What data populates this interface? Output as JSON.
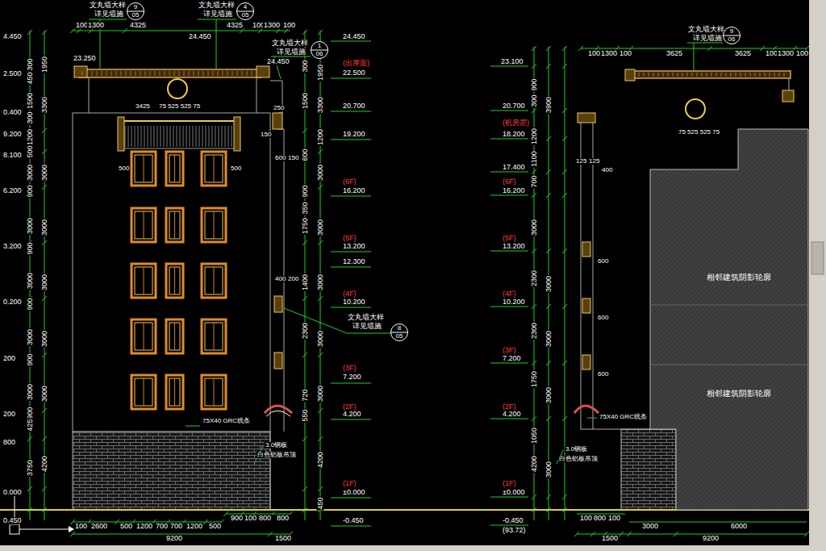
{
  "diagram": {
    "nodes": [
      {
        "text": [
          "9",
          "05"
        ]
      },
      {
        "text": [
          "4",
          "05"
        ]
      },
      {
        "text": [
          "1",
          "06"
        ]
      },
      {
        "text": [
          "8",
          "05"
        ]
      },
      {
        "text": [
          "9",
          "06"
        ]
      },
      {
        "text": [
          "相邻建筑阴影轮廓",
          "相邻建筑阴影轮廓"
        ]
      }
    ],
    "labels": [
      "4.450",
      "24.450",
      "24.450",
      "23.250",
      "24.450",
      "2.500",
      "(出屋面)",
      "22.500",
      "20.700",
      "0.400",
      "19.200",
      "9.200",
      "8.100",
      "6.200",
      "(6F)",
      "16.200",
      "(5F)",
      "13.200",
      "3.200",
      "12.300",
      "(4F)",
      "10.200",
      "0.200",
      "(3F)",
      "7.200",
      "200",
      "(2F)",
      "4.200",
      "200",
      "800",
      "(1F)",
      "±0.000",
      "0.000",
      "-0.450",
      "0.450",
      "100",
      "1300",
      "4325",
      "4325",
      "100",
      "1300",
      "100",
      "100",
      "2600",
      "500",
      "1200",
      "700",
      "700",
      "1200",
      "500",
      "900",
      "100",
      "800",
      "800",
      "9200",
      "1500",
      "300",
      "450",
      "1500",
      "300",
      "1200",
      "500",
      "3000",
      "900",
      "3000",
      "900",
      "3000",
      "900",
      "3000",
      "900",
      "3000",
      "900",
      "425",
      "1950",
      "3300",
      "3000",
      "3000",
      "3000",
      "3000",
      "3000",
      "4200",
      "3750",
      "1950",
      "3300",
      "1200",
      "3000",
      "3000",
      "3000",
      "3000",
      "3000",
      "4200",
      "450",
      "300",
      "1500",
      "600",
      "900",
      "1750",
      "350",
      "1400",
      "2300",
      "720",
      "550",
      "文丸墙大样",
      "详见墙施",
      "文丸墙大样",
      "详见墙施",
      "文丸墙大样",
      "详见墙施",
      "文丸墙大样",
      "详见墙施",
      "3425",
      "75 525 525 75",
      "75X40 GRC线条",
      "3.0钢板",
      "白色铝板吊顶",
      "500",
      "500",
      "250",
      "150",
      "600",
      "150",
      "400",
      "200",
      "23.100",
      "20.700",
      "(机房层)",
      "18.200",
      "17.400",
      "(6F)",
      "16.200",
      "(5F)",
      "13.200",
      "(4F)",
      "10.200",
      "(3F)",
      "7.200",
      "(2F)",
      "4.200",
      "(1F)",
      "±0.000",
      "-0.450",
      "(93.72)",
      "100",
      "1300",
      "100",
      "3625",
      "3625",
      "100",
      "1300",
      "100",
      "100",
      "800",
      "100",
      "3000",
      "9200",
      "6000",
      "1500",
      "900",
      "300",
      "1200",
      "1100",
      "700",
      "3000",
      "2300",
      "2300",
      "1750",
      "1050",
      "4200",
      "3000",
      "3900",
      "3000",
      "3000",
      "3000",
      "125",
      "125",
      "400",
      "600",
      "600",
      "600",
      "75X40 GRC线条",
      "3.0钢板",
      "白色铝板吊顶",
      "75 525 525 75",
      "文丸墙大样",
      "详见墙施"
    ]
  }
}
